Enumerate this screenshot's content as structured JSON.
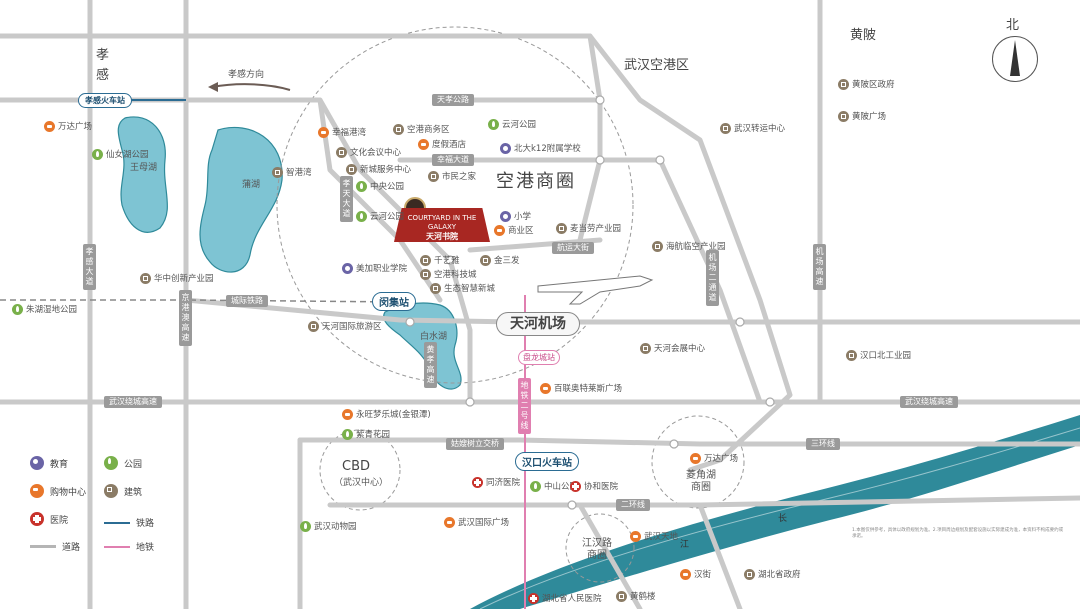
{
  "map": {
    "district_labels": {
      "xiaogan": "孝\n感",
      "huangpi": "黄陂",
      "airport_zone": "武汉空港区",
      "airport_circle": "空港商圈",
      "cbd": "CBD",
      "cbd_sub": "（武汉中心）",
      "lingjiao": "菱角湖\n商圈",
      "jianghan": "江汉路\n商圈",
      "xiaogan_direction": "孝感方向",
      "north": "北",
      "yangtze": "长",
      "jiang": "江"
    },
    "lakes": {
      "pinghu": "蒲湖",
      "wangmu": "王母湖",
      "baishui": "白水湖"
    },
    "roads": {
      "tianxiao": "天孝公路",
      "xingfu": "幸福大道",
      "hangyun": "航运大街",
      "chengji": "城际铁路",
      "wuhan_ring_left": "武汉绕城高速",
      "wuhan_ring_right": "武汉绕城高速",
      "gushu": "姑嫂树立交桥",
      "sanhuan": "三环线",
      "erhuan": "二环线",
      "xiaogan_ave": "孝感大道",
      "jinggang": "京港澳高速",
      "airport_exp": "机场高速",
      "xiaogan_ave2": "孝天大道",
      "airport_line": "机场二通道",
      "huanggan": "黄孝高速",
      "metro2": "地铁二号线"
    },
    "stations": {
      "xiaogan_rail": "孝感火车站",
      "minji": "闵集站",
      "hankou_rail": "汉口火车站",
      "panlong": "盘龙城站",
      "airport": "天河机场"
    },
    "project": {
      "name": "天河书院",
      "en": "COURTYARD IN THE GALAXY"
    },
    "pois": [
      {
        "name": "万达广场",
        "type": "shop"
      },
      {
        "name": "仙女湖公园",
        "type": "park"
      },
      {
        "name": "华中创新产业园",
        "type": "bld"
      },
      {
        "name": "朱湖湿地公园",
        "type": "park"
      },
      {
        "name": "幸福港湾",
        "type": "shop"
      },
      {
        "name": "空港商务区",
        "type": "bld"
      },
      {
        "name": "云河公园",
        "type": "park"
      },
      {
        "name": "文化会议中心",
        "type": "bld"
      },
      {
        "name": "度假酒店",
        "type": "shop"
      },
      {
        "name": "北大k12附属学校",
        "type": "edu"
      },
      {
        "name": "智港湾",
        "type": "bld"
      },
      {
        "name": "新城服务中心",
        "type": "bld"
      },
      {
        "name": "市民之家",
        "type": "bld"
      },
      {
        "name": "中央公园",
        "type": "park"
      },
      {
        "name": "云河公园",
        "type": "park"
      },
      {
        "name": "小学",
        "type": "edu"
      },
      {
        "name": "商业区",
        "type": "shop"
      },
      {
        "name": "麦当劳产业园",
        "type": "bld"
      },
      {
        "name": "美加职业学院",
        "type": "edu"
      },
      {
        "name": "千艺雅",
        "type": "bld"
      },
      {
        "name": "空港科技城",
        "type": "bld"
      },
      {
        "name": "生态智慧新城",
        "type": "bld"
      },
      {
        "name": "金三发",
        "type": "bld"
      },
      {
        "name": "海航临空产业园",
        "type": "bld"
      },
      {
        "name": "天河国际旅游区",
        "type": "bld"
      },
      {
        "name": "百联奥特莱斯广场",
        "type": "shop"
      },
      {
        "name": "天河会展中心",
        "type": "bld"
      },
      {
        "name": "永旺梦乐城(金银潭)",
        "type": "shop"
      },
      {
        "name": "紫青花园",
        "type": "park"
      },
      {
        "name": "同济医院",
        "type": "hosp"
      },
      {
        "name": "中山公园",
        "type": "park"
      },
      {
        "name": "协和医院",
        "type": "hosp"
      },
      {
        "name": "武汉国际广场",
        "type": "shop"
      },
      {
        "name": "武汉天地",
        "type": "shop"
      },
      {
        "name": "汉街",
        "type": "shop"
      },
      {
        "name": "湖北省政府",
        "type": "bld"
      },
      {
        "name": "湖北省人民医院",
        "type": "hosp"
      },
      {
        "name": "黄鹤楼",
        "type": "bld"
      },
      {
        "name": "武汉动物园",
        "type": "park"
      },
      {
        "name": "万达广场",
        "type": "shop"
      },
      {
        "name": "黄陂区政府",
        "type": "bld"
      },
      {
        "name": "黄陂广场",
        "type": "bld"
      },
      {
        "name": "武汉转运中心",
        "type": "bld"
      },
      {
        "name": "汉口北工业园",
        "type": "bld"
      }
    ],
    "legend": {
      "edu": "教育",
      "park": "公园",
      "shop": "购物中心",
      "bld": "建筑",
      "hosp": "医院",
      "rail": "铁路",
      "road": "道路",
      "metro": "地铁"
    },
    "colors": {
      "water": "#7ec4d3",
      "water_edge": "#2f8a9a",
      "road": "#c9c9c9",
      "rail": "#2b6c93",
      "metro": "#e07fb0",
      "river": "#2f8a9a"
    },
    "fine_print": "1.本图仅供参考，具体以政府规划为准。2.项目周边规划及配套设施以实际建成为准，本资料不构成要约或承诺。"
  }
}
